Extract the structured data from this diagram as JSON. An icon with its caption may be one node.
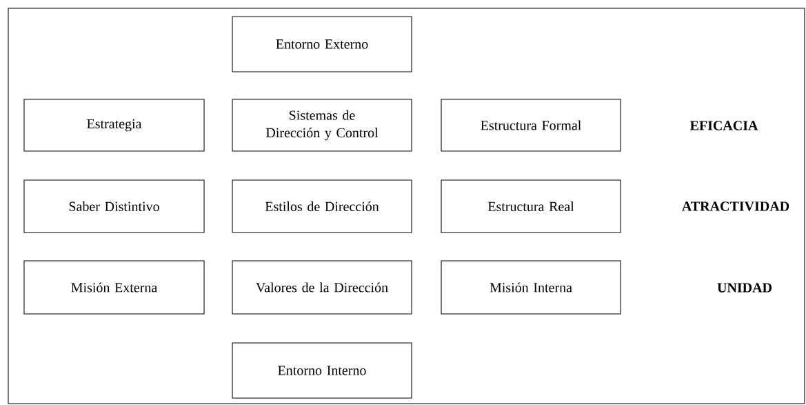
{
  "diagram": {
    "nodes": [
      {
        "text": [
          "Entorno Externo"
        ]
      },
      {
        "text": [
          "Estrategia"
        ]
      },
      {
        "text": [
          "Sistemas de Dirección y Control"
        ]
      },
      {
        "text": [
          "Estructura Formal"
        ]
      },
      {
        "text": [
          "Saber Distintivo"
        ]
      },
      {
        "text": [
          "Estilos de Dirección"
        ]
      },
      {
        "text": [
          "Estructura Real"
        ]
      },
      {
        "text": [
          "Misión Externa"
        ]
      },
      {
        "text": [
          "Valores de la Dirección"
        ]
      },
      {
        "text": [
          "Misión Interna"
        ]
      },
      {
        "text": [
          "Entorno Interno"
        ]
      }
    ],
    "labels": [
      "EFICACIA",
      "ATRACTIVIDAD",
      "UNIDAD"
    ]
  }
}
